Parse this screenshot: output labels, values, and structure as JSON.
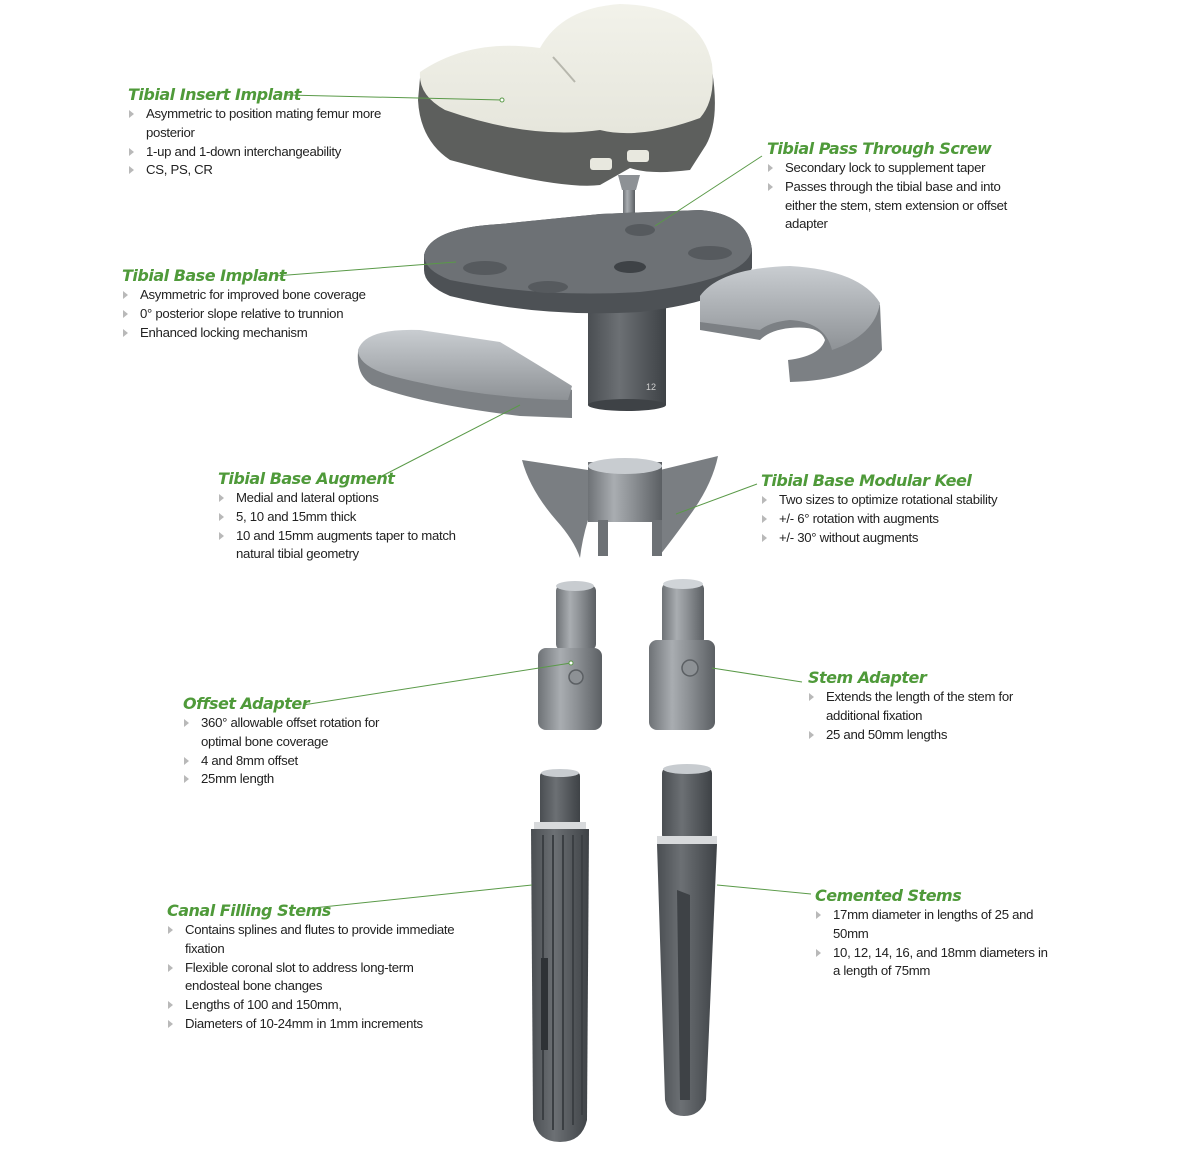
{
  "diagram": {
    "subject": "Exploded view of modular tibial knee implant system",
    "accent_color": "#4f9a3a",
    "leader_color": "#5a9a48",
    "callouts": [
      {
        "title": "Tibial Insert Implant",
        "bullets": [
          "Asymmetric to position mating femur more posterior",
          "1-up and 1-down interchangeability",
          "CS, PS, CR"
        ]
      },
      {
        "title": "Tibial Pass Through Screw",
        "bullets": [
          "Secondary lock to supplement taper",
          "Passes through the tibial base and into either the stem, stem extension or offset adapter"
        ]
      },
      {
        "title": "Tibial Base Implant",
        "bullets": [
          "Asymmetric for improved bone coverage",
          "0° posterior slope relative to trunnion",
          "Enhanced locking mechanism"
        ]
      },
      {
        "title": "Tibial Base Augment",
        "bullets": [
          "Medial and lateral options",
          "5, 10 and 15mm thick",
          "10 and 15mm augments taper to match natural tibial geometry"
        ]
      },
      {
        "title": "Tibial Base Modular Keel",
        "bullets": [
          "Two sizes to optimize rotational stability",
          "+/- 6° rotation with augments",
          "+/- 30° without augments"
        ]
      },
      {
        "title": "Offset Adapter",
        "bullets": [
          "360° allowable offset rotation for optimal bone coverage",
          "4 and 8mm offset",
          "25mm length"
        ]
      },
      {
        "title": "Stem Adapter",
        "bullets": [
          "Extends the length of the stem for additional fixation",
          "25 and 50mm lengths"
        ]
      },
      {
        "title": "Canal Filling Stems",
        "bullets": [
          "Contains splines and flutes to provide immediate fixation",
          "Flexible coronal slot to address long-term endosteal bone changes",
          "Lengths of 100 and 150mm,",
          "Diameters of 10-24mm in 1mm increments"
        ]
      },
      {
        "title": "Cemented Stems",
        "bullets": [
          "17mm diameter in lengths of 25 and 50mm",
          "10, 12, 14, 16, and 18mm diameters in a length of 75mm"
        ]
      }
    ],
    "base_marking": "12"
  }
}
